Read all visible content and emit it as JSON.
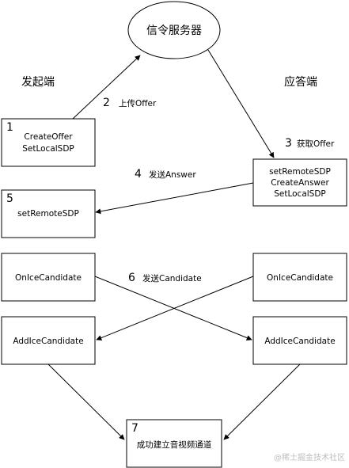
{
  "server": {
    "label": "信令服务器"
  },
  "sides": {
    "left": "发起端",
    "right": "应答端"
  },
  "steps": {
    "s1": {
      "num": "1",
      "lines": [
        "CreateOffer",
        "SetLocalSDP"
      ]
    },
    "s2": {
      "num": "2",
      "label": "上传Offer"
    },
    "s3": {
      "num": "3",
      "label": "获取Offer",
      "lines": [
        "setRemoteSDP",
        "CreateAnswer",
        "SetLocalSDP"
      ]
    },
    "s4": {
      "num": "4",
      "label": "发送Answer"
    },
    "s5": {
      "num": "5",
      "line": "setRemoteSDP"
    },
    "s6": {
      "num": "6",
      "label": "发送Candidate"
    },
    "s7": {
      "num": "7",
      "line": "成功建立音视频通道"
    }
  },
  "candidates": {
    "left_on": "OnIceCandidate",
    "right_on": "OnIceCandidate",
    "left_add": "AddIceCandidate",
    "right_add": "AddIceCandidate"
  },
  "watermark": "@稀土掘金技术社区"
}
